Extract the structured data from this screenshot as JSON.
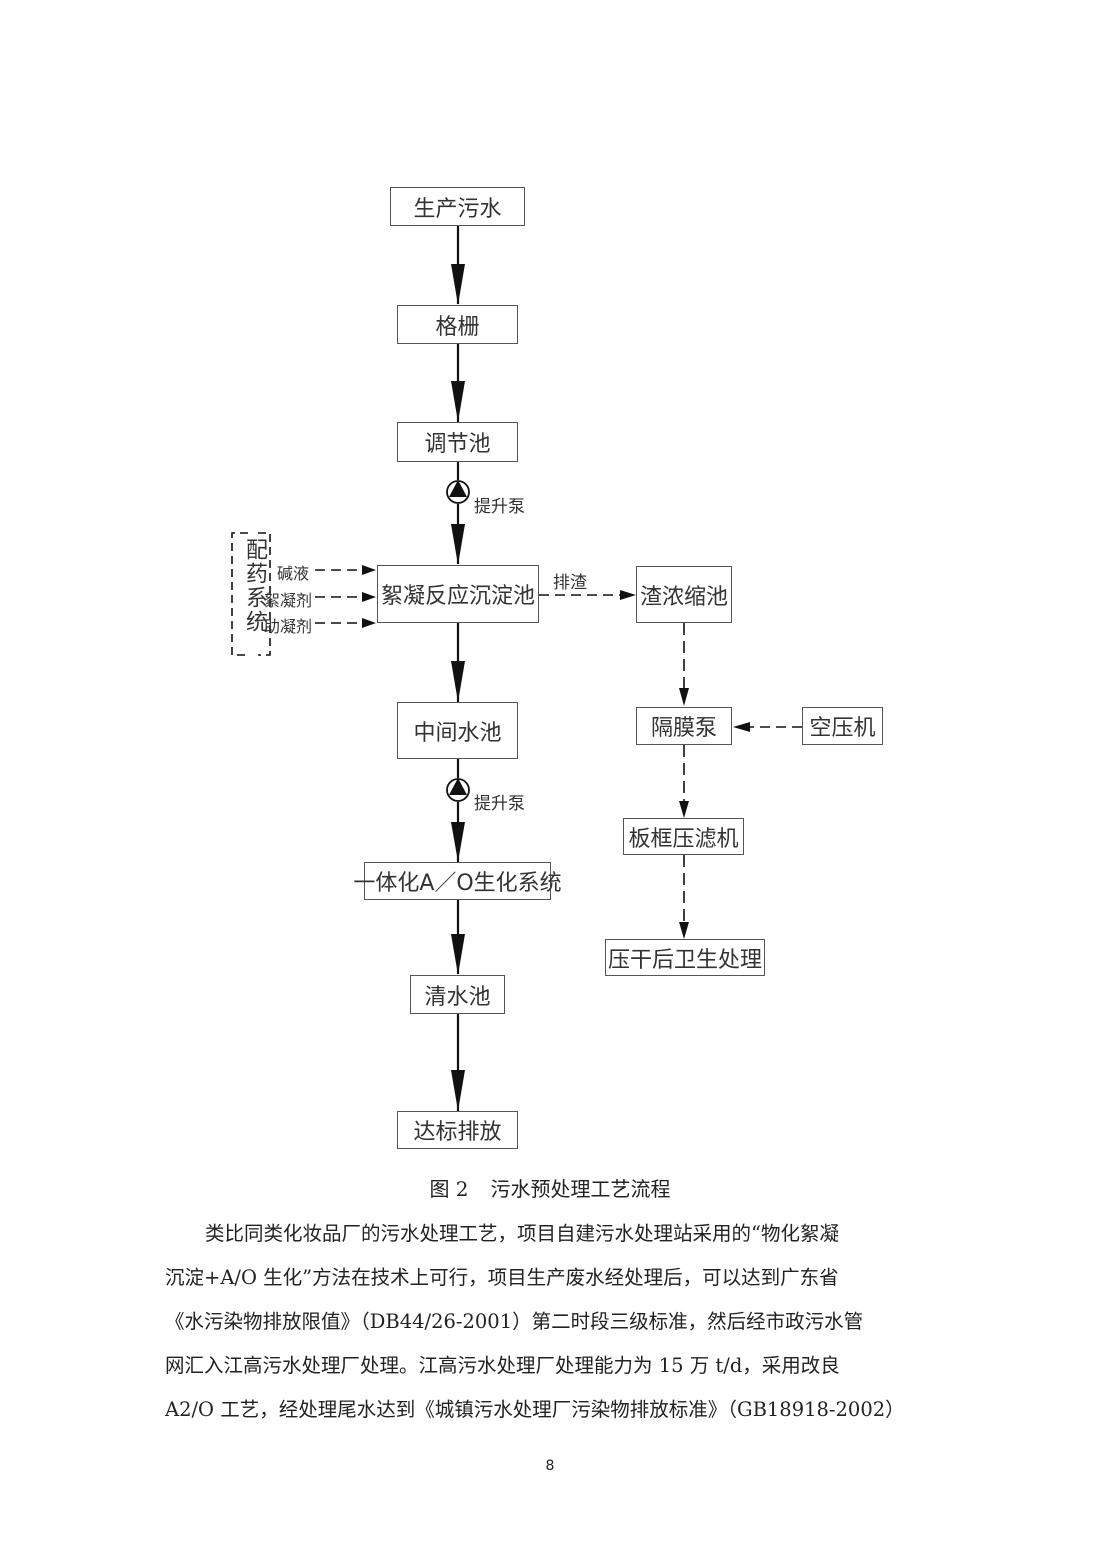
{
  "diagram": {
    "nodes": {
      "raw_wastewater": "生产污水",
      "screen": "格栅",
      "equalization_tank": "调节池",
      "coagulation_tank": "絮凝反应沉淀池",
      "intermediate_tank": "中间水池",
      "ao_system": "一体化A／O生化系统",
      "clear_water_tank": "清水池",
      "discharge": "达标排放",
      "sludge_thickener": "渣浓缩池",
      "diaphragm_pump": "隔膜泵",
      "air_compressor": "空压机",
      "filter_press": "板框压滤机",
      "sanitary_disposal": "压干后卫生处理",
      "dosing_system": "配药系统"
    },
    "labels": {
      "lift_pump_1": "提升泵",
      "lift_pump_2": "提升泵",
      "slag_discharge": "排渣",
      "alkali": "碱液",
      "flocculant": "絮凝剂",
      "coagulant_aid": "助凝剂"
    }
  },
  "caption": {
    "number": "图 2",
    "title": "污水预处理工艺流程"
  },
  "body": {
    "lines": [
      "类比同类化妆品厂的污水处理工艺，项目自建污水处理站采用的“物化絮凝",
      "沉淀+A/O 生化”方法在技术上可行，项目生产废水经处理后，可以达到广东省",
      "《水污染物排放限值》（DB44/26-2001）第二时段三级标准，然后经市政污水管",
      "网汇入江高污水处理厂处理。江高污水处理厂处理能力为 15 万 t/d，采用改良",
      "A2/O 工艺，经处理尾水达到《城镇污水处理厂污染物排放标准》（GB18918-2002）"
    ]
  },
  "page_number": "8"
}
